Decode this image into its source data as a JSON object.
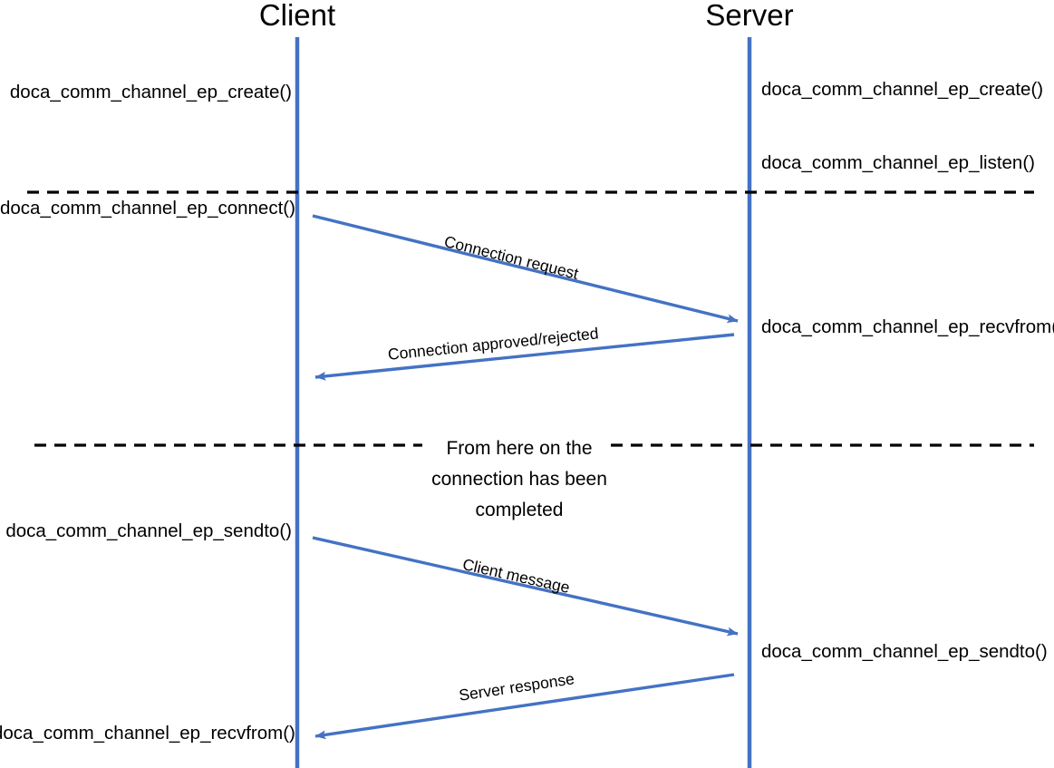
{
  "diagram": {
    "title_client": "Client",
    "title_server": "Server",
    "colors": {
      "lifeline": "#4472C4",
      "arrow": "#4472C4",
      "dashed": "#000000",
      "text": "#000000",
      "background": "#FFFFFF"
    }
  },
  "client_calls": [
    {
      "label": "doca_comm_channel_ep_create()"
    },
    {
      "label": "doca_comm_channel_ep_connect()"
    },
    {
      "label": "doca_comm_channel_ep_sendto()"
    },
    {
      "label": "doca_comm_channel_ep_recvfrom()"
    }
  ],
  "server_calls": [
    {
      "label": "doca_comm_channel_ep_create()"
    },
    {
      "label": "doca_comm_channel_ep_listen()"
    },
    {
      "label": "doca_comm_channel_ep_recvfrom()"
    },
    {
      "label": "doca_comm_channel_ep_sendto()"
    }
  ],
  "messages": [
    {
      "label": "Connection request",
      "direction": "client-to-server"
    },
    {
      "label": "Connection approved/rejected",
      "direction": "server-to-client"
    },
    {
      "label": "Client message",
      "direction": "client-to-server"
    },
    {
      "label": "Server response",
      "direction": "server-to-client"
    }
  ],
  "separators": [
    {
      "id": "phase-1",
      "text": ""
    },
    {
      "id": "phase-2",
      "text_lines": [
        "From here on the",
        "connection has been",
        "completed"
      ]
    }
  ],
  "note": {
    "line1": "From here on the",
    "line2": "connection has been",
    "line3": "completed"
  }
}
